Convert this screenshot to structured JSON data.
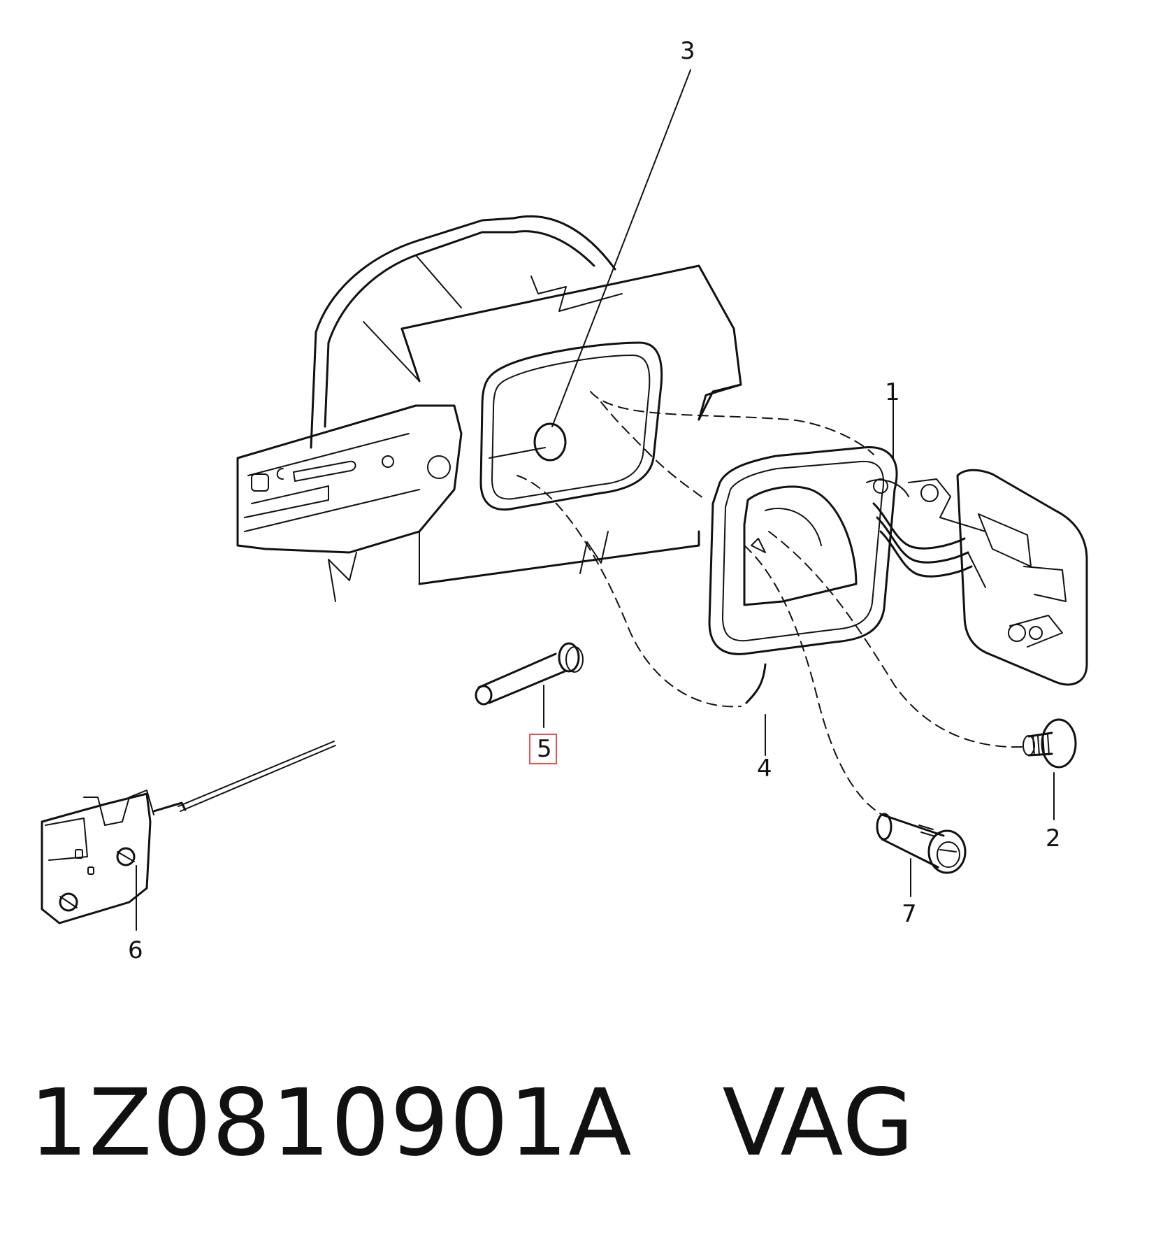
{
  "callouts": [
    {
      "id": "1",
      "label": "1"
    },
    {
      "id": "2",
      "label": "2"
    },
    {
      "id": "3",
      "label": "3"
    },
    {
      "id": "4",
      "label": "4"
    },
    {
      "id": "5",
      "label": "5",
      "highlighted": true
    },
    {
      "id": "6",
      "label": "6"
    },
    {
      "id": "7",
      "label": "7"
    }
  ],
  "colors": {
    "lines": "#111111",
    "highlight": "#e05555"
  },
  "title": {
    "text": "1Z0810901A   VAG"
  }
}
